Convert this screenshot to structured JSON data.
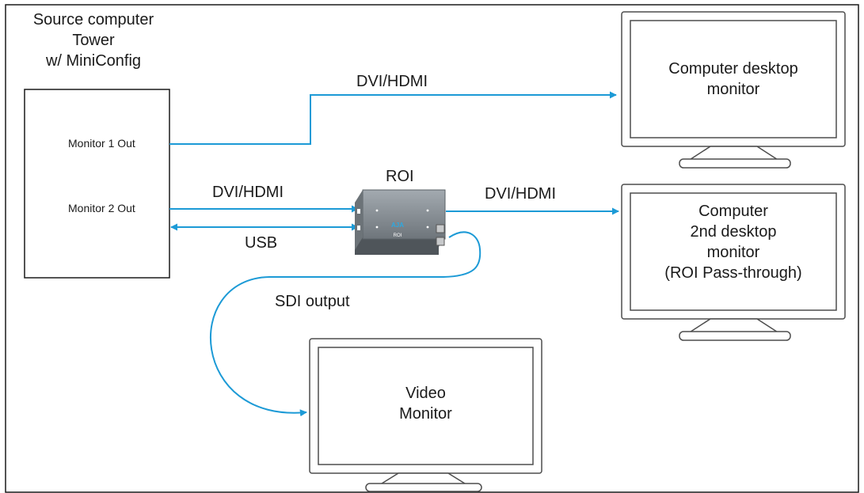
{
  "source": {
    "title_lines": [
      "Source computer",
      "Tower",
      "w/ MiniConfig"
    ],
    "port1": "Monitor 1 Out",
    "port2": "Monitor 2 Out"
  },
  "device": {
    "label": "ROI",
    "brand": "AJA",
    "face_label": "ROI"
  },
  "connections": {
    "top": "DVI/HDMI",
    "middle_in": "DVI/HDMI",
    "middle_out": "DVI/HDMI",
    "usb": "USB",
    "sdi": "SDI output"
  },
  "monitors": {
    "desktop": [
      "Computer desktop",
      "monitor"
    ],
    "second": [
      "Computer",
      "2nd desktop",
      "monitor",
      "(ROI Pass-through)"
    ],
    "video": [
      "Video",
      "Monitor"
    ]
  },
  "colors": {
    "line": "#1c9ad6",
    "frame": "#1a1a1a",
    "monitor_stroke": "#4d4d4d",
    "device_body": "#8a9196"
  }
}
